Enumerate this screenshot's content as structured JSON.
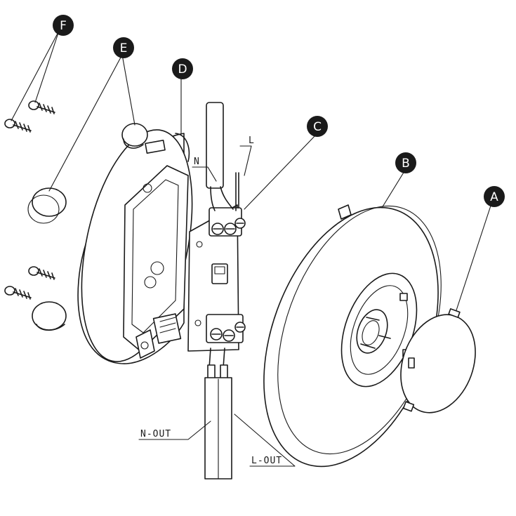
{
  "callouts": [
    {
      "id": "F",
      "letter": "F"
    },
    {
      "id": "E",
      "letter": "E"
    },
    {
      "id": "D",
      "letter": "D"
    },
    {
      "id": "C",
      "letter": "C"
    },
    {
      "id": "B",
      "letter": "B"
    },
    {
      "id": "A",
      "letter": "A"
    }
  ],
  "wire_labels": {
    "n_in": "N",
    "l_in": "L",
    "n_out": "N-OUT",
    "l_out": "L-OUT"
  },
  "colors": {
    "line": "#1a1a1a",
    "callout_fill": "#1a1a1a",
    "background": "#ffffff"
  }
}
